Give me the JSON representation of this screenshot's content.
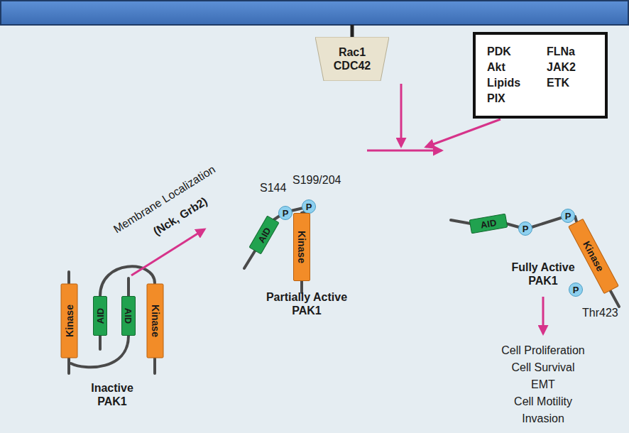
{
  "diagram": {
    "nodes": [
      {
        "text": [
          "Rac1",
          "CDC42"
        ]
      },
      {
        "text": [
          "PDK",
          "FLNa",
          "Akt",
          "JAK2",
          "Lipids",
          "ETK",
          "PIX"
        ]
      },
      {
        "text": [
          "Kinase"
        ]
      },
      {
        "text": [
          "AID"
        ]
      },
      {
        "text": [
          "AID"
        ]
      },
      {
        "text": [
          "Kinase"
        ]
      },
      {
        "text": [
          "P"
        ]
      },
      {
        "text": [
          "P"
        ]
      },
      {
        "text": [
          "AID"
        ]
      },
      {
        "text": [
          "Kinase"
        ]
      },
      {
        "text": [
          "AID"
        ]
      },
      {
        "text": [
          "P"
        ]
      },
      {
        "text": [
          "P"
        ]
      },
      {
        "text": [
          "Kinase"
        ]
      },
      {
        "text": [
          "P"
        ]
      }
    ],
    "labels": [
      "Membrane Localization",
      "(Nck, Grb2)",
      "S144",
      "S199/204",
      "Thr423",
      "Inactive PAK1",
      "Partially Active PAK1",
      "Fully Active PAK1",
      "Cell Proliferation",
      "Cell Survival",
      "EMT",
      "Cell Motility",
      "Invasion"
    ]
  }
}
